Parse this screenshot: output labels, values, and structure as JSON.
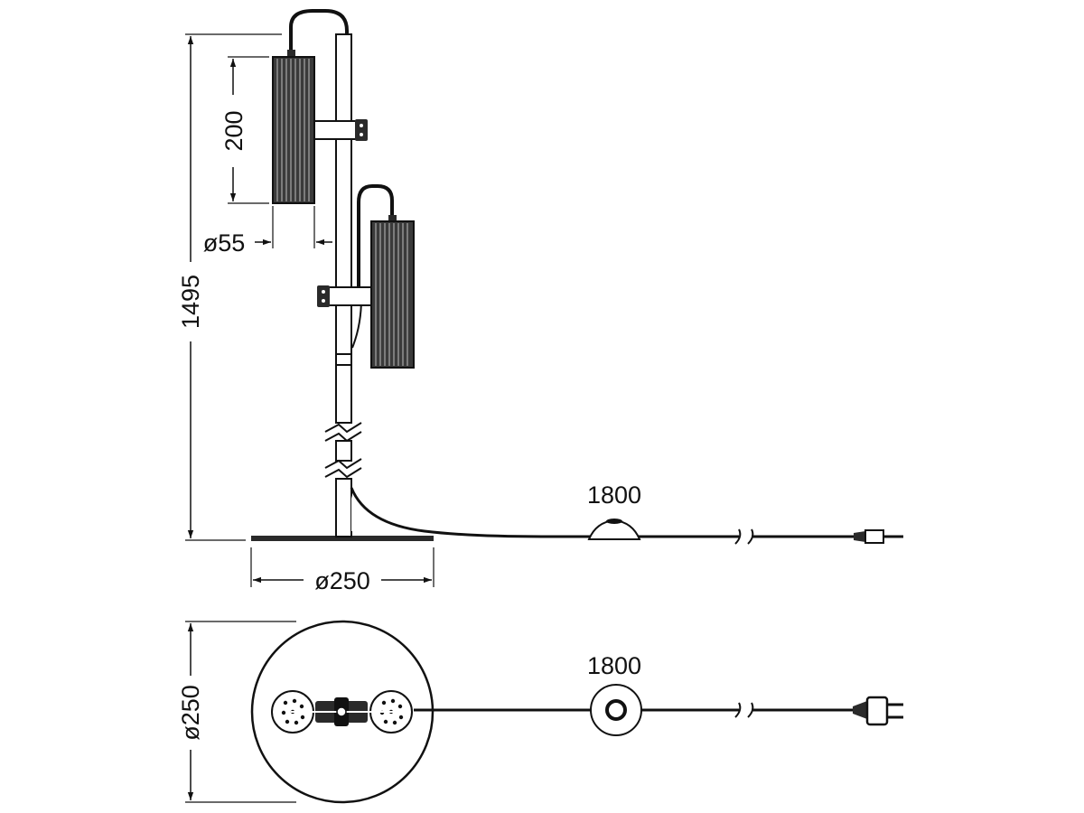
{
  "dimensions": {
    "total_height": "1495",
    "head_length": "200",
    "head_diameter": "ø55",
    "base_diameter_side": "ø250",
    "base_diameter_top": "ø250",
    "cable_length_side": "1800",
    "cable_length_top": "1800"
  },
  "colors": {
    "line": "#111111",
    "background": "#ffffff",
    "fill_dark": "#2a2a2a"
  }
}
